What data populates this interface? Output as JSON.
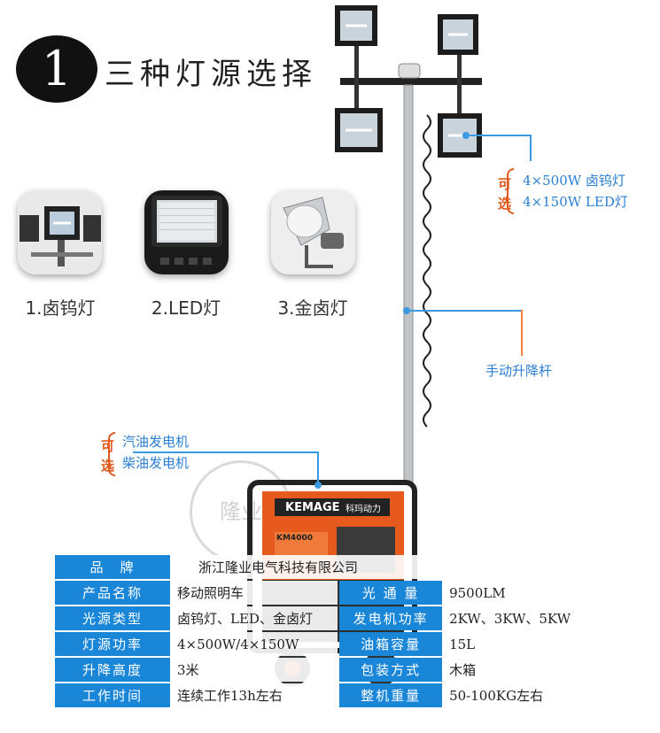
{
  "header": {
    "number": "1",
    "title": "三种灯源选择"
  },
  "lamp_types": [
    {
      "label": "1.卤钨灯",
      "icon": "halogen-lamp-icon"
    },
    {
      "label": "2.LED灯",
      "icon": "led-panel-icon"
    },
    {
      "label": "3.金卤灯",
      "icon": "metal-halide-lamp-icon"
    }
  ],
  "annotations": {
    "optional_top": "可选",
    "lamp_option_1": "4×500W 卤钨灯",
    "lamp_option_2": "4×150W LED灯",
    "mast": "手动升降杆",
    "optional_bottom": "可选",
    "generator_option_1": "汽油发电机",
    "generator_option_2": "柴油发电机"
  },
  "generator": {
    "brand": "KEMAGE",
    "brand_cn": "科玛动力",
    "model": "KM4000"
  },
  "watermark": "隆业",
  "specs": {
    "brand": {
      "label": "品　牌",
      "value": "浙江隆业电气科技有限公司"
    },
    "rows": [
      {
        "l1": "产品名称",
        "v1": "移动照明车",
        "l2": "光 通 量",
        "v2": "9500LM"
      },
      {
        "l1": "光源类型",
        "v1": "卤钨灯、LED、金卤灯",
        "l2": "发电机功率",
        "v2": "2KW、3KW、5KW"
      },
      {
        "l1": "灯源功率",
        "v1": "4×500W/4×150W",
        "l2": "油箱容量",
        "v2": "15L"
      },
      {
        "l1": "升降高度",
        "v1": "3米",
        "l2": "包装方式",
        "v2": "木箱"
      },
      {
        "l1": "工作时间",
        "v1": "连续工作13h左右",
        "l2": "整机重量",
        "v2": "50-100KG左右"
      }
    ]
  },
  "colors": {
    "accent_blue": "#1a86d8",
    "accent_orange": "#e05a1f"
  }
}
